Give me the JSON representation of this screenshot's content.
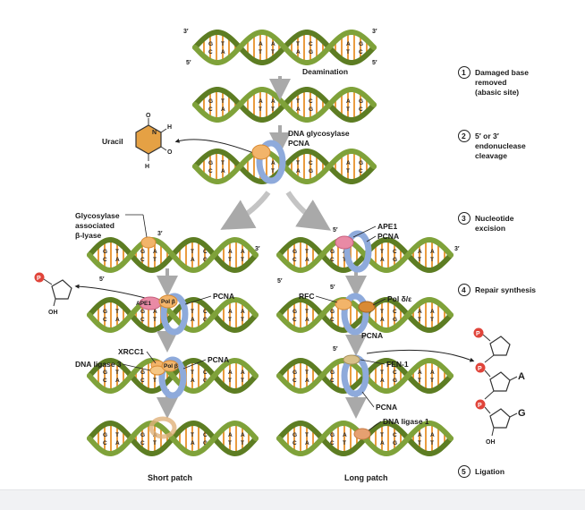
{
  "labels": {
    "deamination": "Deamination",
    "glycosylase": "DNA glycosylase",
    "pcna": "PCNA",
    "uracil": "Uracil",
    "glyco_lyase_1": "Glycosylase",
    "glyco_lyase_2": "associated",
    "glyco_lyase_3": "β-lyase",
    "ape1": "APE1",
    "ape1_pol": "APE1",
    "pol_beta": "Pol β",
    "pol_delta_eps": "Pol δ/ε",
    "rfc": "RFC",
    "xrcc1": "XRCC1",
    "dna_ligase3": "DNA ligase 3",
    "fen1": "FEN-1",
    "dna_ligase1": "DNA ligase 1",
    "short_patch": "Short patch",
    "long_patch": "Long patch",
    "p": "P",
    "oh": "OH",
    "h": "H",
    "o": "O",
    "n": "N",
    "a": "A",
    "g": "G",
    "three_prime": "3′",
    "five_prime": "5′"
  },
  "steps": [
    {
      "num": "1",
      "lines": [
        "Damaged base",
        "removed",
        "(abasic site)"
      ]
    },
    {
      "num": "2",
      "lines": [
        "5′ or 3′",
        "endonuclease",
        "cleavage"
      ]
    },
    {
      "num": "3",
      "lines": [
        "Nucleotide",
        "excision"
      ]
    },
    {
      "num": "4",
      "lines": [
        "Repair synthesis"
      ]
    },
    {
      "num": "5",
      "lines": [
        "Ligation"
      ]
    }
  ],
  "base_letters": [
    "A",
    "T",
    "G",
    "C",
    "T",
    "A",
    "C",
    "G",
    "G",
    "C",
    "A",
    "T"
  ],
  "colors": {
    "backbone": "#7fa23a",
    "backbone_dark": "#5d7d23",
    "rung": "#e8912a",
    "pcna": "#8eaadb",
    "pcna_dark": "#5f7fb8",
    "enzyme": "#f2b46a",
    "enzyme_dark": "#d98a33",
    "ape1": "#e98aa5",
    "phosphate": "#e0443a",
    "arrow": "#a9a9a9",
    "uracil_ring": "#e5a144"
  }
}
